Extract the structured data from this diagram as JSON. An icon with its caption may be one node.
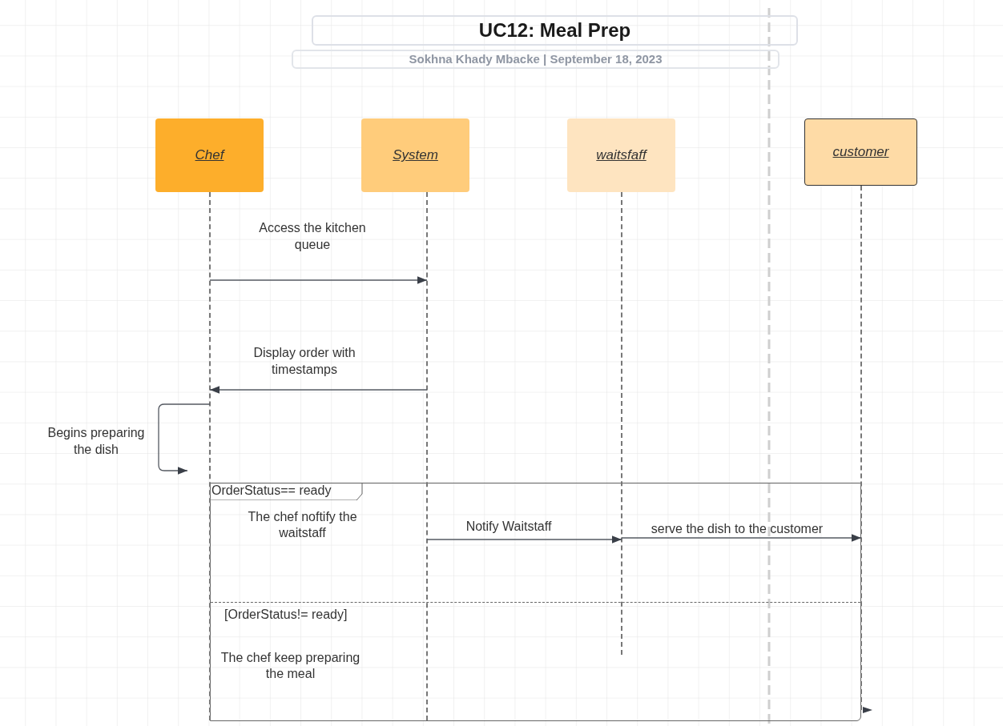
{
  "diagram": {
    "title": "UC12: Meal Prep",
    "nodes": [
      {
        "text": [
          "Chef"
        ]
      },
      {
        "text": [
          "System"
        ]
      },
      {
        "text": [
          "waitsfaff"
        ]
      },
      {
        "text": [
          "customer"
        ]
      },
      {
        "text": [],
        "shape": "line"
      },
      {
        "text": [],
        "shape": "line"
      },
      {
        "text": [],
        "shape": "line"
      },
      {
        "text": [],
        "shape": "line"
      }
    ],
    "edges": [
      {
        "from": 4,
        "to": 5,
        "arrow": "to",
        "label": "Access the kitchen queue"
      },
      {
        "from": 5,
        "to": 4,
        "arrow": "to",
        "label": "Display order with timestamps"
      },
      {
        "from": 4,
        "to": 4,
        "arrow": "to",
        "label": "Begins preparing the dish"
      },
      {
        "from": 5,
        "to": 6,
        "arrow": "to",
        "label": "Notify Waitstaff"
      },
      {
        "from": 6,
        "to": 7,
        "arrow": "to",
        "label": "serve the dish to the customer"
      }
    ],
    "labels": [
      "Sokhna Khady Mbacke | September 18, 2023",
      "OrderStatus== ready",
      "The chef noftify the waitstaff",
      "[OrderStatus!= ready]",
      "The chef keep preparing the meal"
    ]
  }
}
